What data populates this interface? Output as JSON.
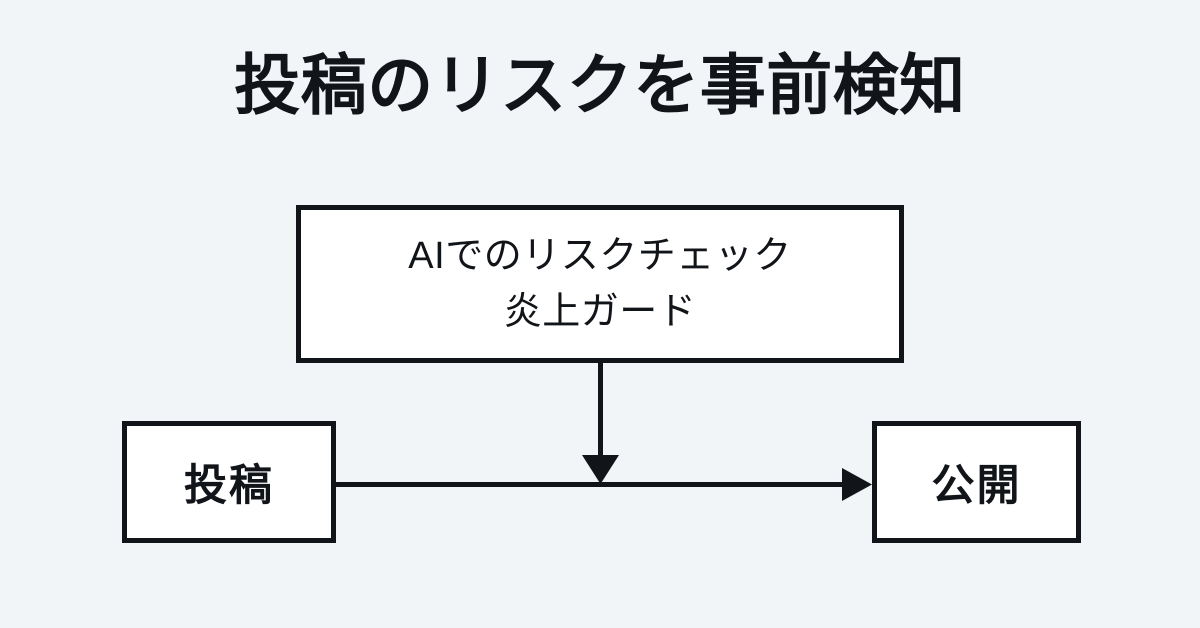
{
  "page": {
    "title": "投稿のリスクを事前検知",
    "background_color": "#f1f5f7",
    "ink_color": "#111418",
    "box_fill_color": "#ffffff"
  },
  "diagram": {
    "type": "flowchart",
    "nodes": [
      {
        "id": "ai-check",
        "label_line1": "AIでのリスクチェック",
        "label_line2": "炎上ガード",
        "shape": "rectangle",
        "position": "top-center"
      },
      {
        "id": "post",
        "label": "投稿",
        "shape": "rectangle",
        "position": "bottom-left"
      },
      {
        "id": "publish",
        "label": "公開",
        "shape": "rectangle",
        "position": "bottom-right"
      }
    ],
    "edges": [
      {
        "id": "post-to-publish",
        "from": "post",
        "to": "publish",
        "direction": "right",
        "arrowhead": true
      },
      {
        "id": "ai-check-to-flow",
        "from": "ai-check",
        "to": "post-to-publish",
        "direction": "down",
        "arrowhead": true
      }
    ]
  }
}
